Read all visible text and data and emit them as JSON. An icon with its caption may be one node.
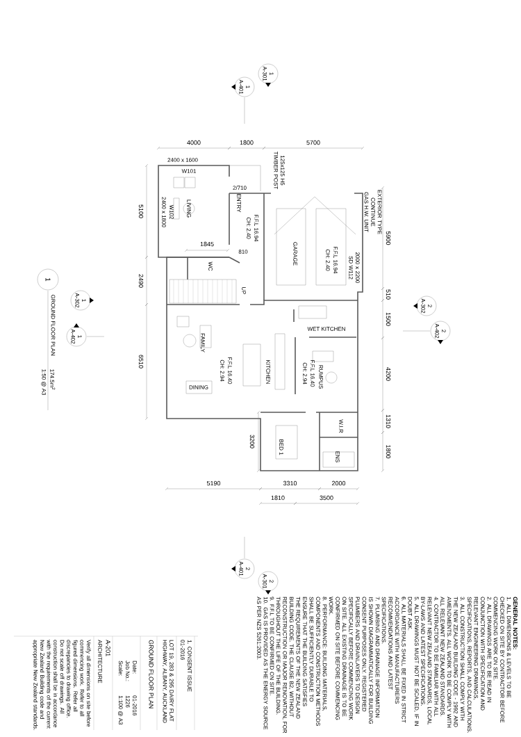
{
  "diagram": {
    "nodes": [
      {
        "text": [
          "1",
          "A-401"
        ]
      },
      {
        "text": [
          "1",
          "A-301"
        ]
      },
      {
        "text": [
          "1"
        ],
        "beside": [
          "GROUND FLOOR PLAN",
          "174.5m$^{2}$",
          "1:50 @ A3"
        ]
      },
      {
        "text": [
          "1",
          "A-302"
        ]
      },
      {
        "text": [
          "1",
          "A-402"
        ]
      },
      {
        "text": [
          "2",
          "A-302"
        ]
      },
      {
        "text": [
          "2",
          "A-402"
        ]
      },
      {
        "text": [
          "2",
          "A-401"
        ]
      },
      {
        "text": [
          "2",
          "A-301"
        ]
      }
    ],
    "labels": [
      "4000",
      "1800",
      "5700",
      "5100",
      "2490",
      "6510",
      "1845",
      "5900",
      "510",
      "1500",
      "4200",
      "1310",
      "1800",
      "3200",
      "5190",
      "3310",
      "2000",
      "1810",
      "3500",
      "2400 x 1600",
      "W101",
      "W102",
      "2400 x 1800",
      "LIVING",
      "2/710",
      "ENTRY",
      "CH: 2.40",
      "F.F.L 16.94",
      "810",
      "125x125 H5 TIMBER POST",
      "GARAGE",
      "CH: 2.40",
      "F.F.L 16.94",
      "EXTERIOR TYPE CONTINUE GAS H.W. UNIT",
      "2000 x 2200 SD W112",
      "WC",
      "UP",
      "FAMILY",
      "CH: 2.94",
      "F.F.L 16.40",
      "DINING",
      "KITCHEN",
      "CH: 2.94",
      "F.F.L 16.40",
      "RUMPUS",
      "WET KITCHEN",
      "W.I.R",
      "BED 1",
      "ENS",
      "GENERAL NOTES:",
      "1. ALL DIMENSIONS & LEVELS TO BE CHECKED ON SITE BY CONTRACTOR BEFORE COMMENCING WORK ON SITE.",
      "2. ALL DRAWINGS ARE TO BE READ IN CONJUNCTION WITH SPECIFICATION AND RELEVANT ENGINEERING DRAWINGS, SPECIFICATIONS, REPORTS, AND CALCULATIONS.",
      "3. ALL CONSTRUCTION SHALL COMPLY WITH THE NEW ZEALAND BUILDING CODE - 1992 AND AMENDMENTS. ALL WORK TO BE COMPLY WITH ALL RELEVANT NEW ZEALAND STANDARDS.",
      "4. CONTRACTOR TO BE FAMILIAR WITH ALL RELEVANT NEW ZEALAND STANDARDS, LOCAL BY-LAWS AND LATEST SPECIFICATIONS.",
      "5. ALL DRAWINGS MUST NOT BE SCALED, IF IN DOUBT ASK.",
      "6. ALL MATERIALS SHALL BE FIXED IN STRICT ACCORDANCE WITH MANUFACTURERS RECOMMENDATIONS AND LATEST SPECIFICATIONS.",
      "7. PLUMBING AND DRAINAGE INFORMATION IS SHOWN DIAGRAMMATICALLY FOR BUILDING CONSENT PURPOSES ONLY. REGISTERED PLUMBERS AND DRAINLAYERS TO DESIGN SPECIFICALLY BEFORE COMMENCING WORK ON SITE. ALL EXISTING DRAINAGE IS TO BE CONFIRMED ON SITE BEFORE COMMENCING WORK.",
      "8. PERFORMANCE: BUILDING MATERIALS, COMPONENTS AND CONSTRUCTION METHODS SHALL BE SUFFICIENTLY DURABLE TO ENSURE THAT THE BUILDING SATISFIES THE REQUIREMENTS OF THE NEW ZEALAND BUILDING CODE. THE CLAUSE B2, WITHOUT RECONSTRUCTION OR MAJOR RENOVATION, FOR THROUGHOUT THE LIFE OF THE BUILDING.",
      "9. F.F.L TO BE CONFIRMED ON SITE.",
      "10. GAS IS PROVIDED AS THE ENERGY SOURCE AS PER NZS 5261:2003.",
      "1. CONSENT ISSUE",
      "01-2016",
      "LOT 19, 283 & 295 DAIRY FLAT HIGHWAY, ALBANY, AUCKLAND",
      "GROUND FLOOR PLAN",
      "Date:",
      "Job No.:",
      "Scale:",
      "01-2016",
      "1226",
      "1:100 @ A3",
      "A-201",
      "ARCHITECTURE",
      "Verify all dimensions on site before commencing work. Refer to all figured dimensions. Refer all discrepancies to drawing office. Do not scale off drawings. All construction shall be in accordance with the requirements of the current New Zealand Building code and appropriate New Zealand standards."
    ]
  }
}
